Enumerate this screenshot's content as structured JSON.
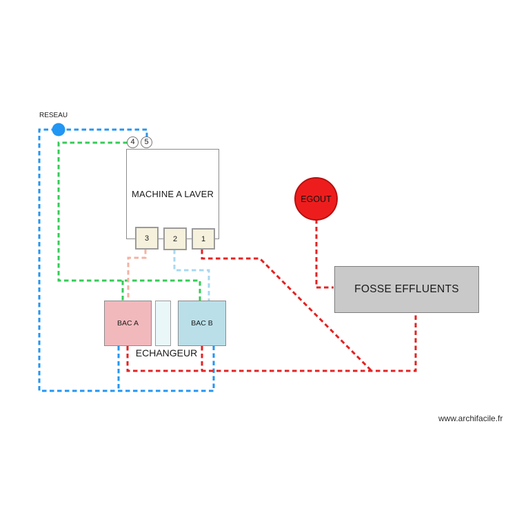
{
  "page": {
    "watermark": "www.archifacile.fr"
  },
  "diagram": {
    "reseau": {
      "label": "RESEAU"
    },
    "machine": {
      "label": "MACHINE A LAVER",
      "ports": [
        {
          "label": "3"
        },
        {
          "label": "2"
        },
        {
          "label": "1"
        }
      ]
    },
    "markers": [
      {
        "label": "4"
      },
      {
        "label": "5"
      }
    ],
    "egout": {
      "label": "EGOUT"
    },
    "fosse": {
      "label": "FOSSE EFFLUENTS"
    },
    "echangeur": {
      "label": "ECHANGEUR",
      "bac_a": {
        "label": "BAC A"
      },
      "bac_b": {
        "label": "BAC B"
      }
    },
    "colors": {
      "network_blue": "#2196f3",
      "supply_green": "#33cc55",
      "drain_red": "#e32222",
      "warm_salmon": "#f4b2a2",
      "cold_light_blue": "#a8d8f0",
      "egout_fill": "#ee1d1d",
      "egout_border": "#b51010",
      "fosse_fill": "#c9c9c9",
      "bac_a_fill": "#f2b9bd",
      "bac_b_fill": "#badfe9",
      "core_fill": "#eaf7f9",
      "port_fill": "#f6f1dc"
    }
  }
}
